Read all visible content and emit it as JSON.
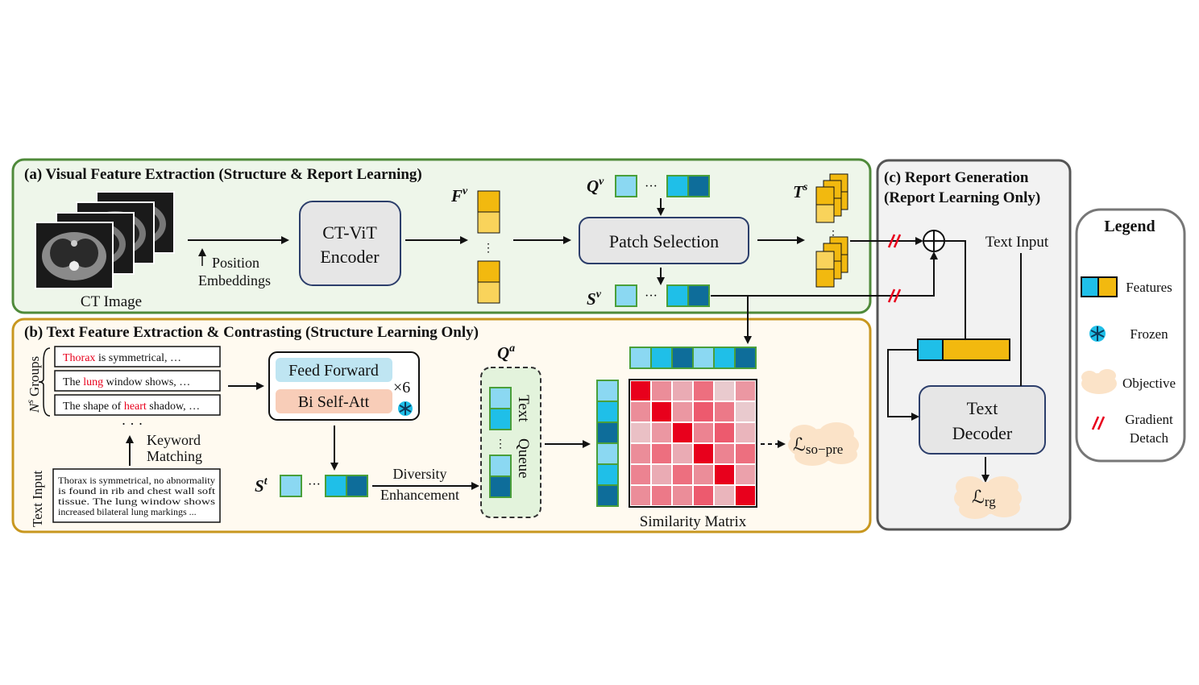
{
  "panels": {
    "a": {
      "title": "(a) Visual Feature Extraction (Structure & Report Learning)"
    },
    "b": {
      "title": "(b) Text Feature Extraction & Contrasting (Structure Learning Only)"
    },
    "c": {
      "title_line1": "(c) Report Generation",
      "title_line2": "(Report Learning Only)"
    }
  },
  "visual": {
    "ct_image_label": "CT Image",
    "pos_emb_line1": "Position",
    "pos_emb_line2": "Embeddings",
    "encoder_line1": "CT-ViT",
    "encoder_line2": "Encoder",
    "fv_label": "F",
    "fv_sup": "v",
    "qv_label": "Q",
    "qv_sup": "v",
    "patch_selection": "Patch Selection",
    "sv_label": "S",
    "sv_sup": "v",
    "ts_label": "T",
    "ts_sup": "s"
  },
  "text_branch": {
    "groups_label": "Groups",
    "ns_label": "N",
    "ns_sup": "s",
    "sentences": [
      {
        "kw": "Thorax",
        "rest": " is symmetrical, …"
      },
      {
        "pre": "The ",
        "kw": "lung",
        "rest": " window shows, …"
      },
      {
        "pre": "The shape of ",
        "kw": "heart",
        "rest": " shadow, …"
      }
    ],
    "ellipsis": "· · ·",
    "keyword_line1": "Keyword",
    "keyword_line2": "Matching",
    "text_input_label": "Text Input",
    "report_lines": [
      "Thorax is symmetrical, no abnormality",
      "is found in rib and chest wall soft",
      "tissue. The lung window shows",
      "increased bilateral lung markings ..."
    ],
    "feed_forward": "Feed Forward",
    "bi_self_att": "Bi Self-Att",
    "times6": "×6",
    "st_label": "S",
    "st_sup": "t",
    "diversity_line1": "Diversity",
    "diversity_line2": "Enhancement",
    "qa_label": "Q",
    "qa_sup": "a",
    "text_queue_line1": "Text",
    "text_queue_line2": "Queue",
    "similarity_label": "Similarity Matrix",
    "loss_so_pre": "ℒ",
    "loss_so_pre_sub": "so−pre"
  },
  "report_gen": {
    "text_input": "Text Input",
    "decoder_line1": "Text",
    "decoder_line2": "Decoder",
    "loss_rg": "ℒ",
    "loss_rg_sub": "rg"
  },
  "legend": {
    "title": "Legend",
    "features": "Features",
    "frozen": "Frozen",
    "objective": "Objective",
    "gradient_line1": "Gradient",
    "gradient_line2": "Detach"
  },
  "similarity_matrix": [
    [
      1,
      0.45,
      0.3,
      0.6,
      0.15,
      0.4
    ],
    [
      0.45,
      1,
      0.4,
      0.7,
      0.55,
      0.15
    ],
    [
      0.2,
      0.4,
      1,
      0.5,
      0.7,
      0.25
    ],
    [
      0.45,
      0.6,
      0.3,
      1,
      0.5,
      0.6
    ],
    [
      0.5,
      0.3,
      0.6,
      0.45,
      1,
      0.35
    ],
    [
      0.45,
      0.55,
      0.45,
      0.7,
      0.25,
      1
    ]
  ],
  "colors": {
    "panel_a_border": "#4f8a3a",
    "panel_a_fill": "#eef6ea",
    "panel_b_border": "#c8971f",
    "panel_b_fill": "#fffaf0",
    "panel_c_border": "#555555",
    "panel_c_fill": "#f2f2f2",
    "feature_yellow": "#f2b90f",
    "feature_light_yellow": "#f9d35b",
    "feature_cyan": "#1fbfe8",
    "feature_light_cyan": "#8bd8f2",
    "feature_teal": "#0e6d9a",
    "feature_border_green": "#4a9f3a",
    "feed_forward": "#bfe5f2",
    "bi_self_att": "#f8cdb8",
    "objective": "#fbe3c8",
    "matrix_high": "#e8001c",
    "gradient_detach": "#e8001c"
  }
}
